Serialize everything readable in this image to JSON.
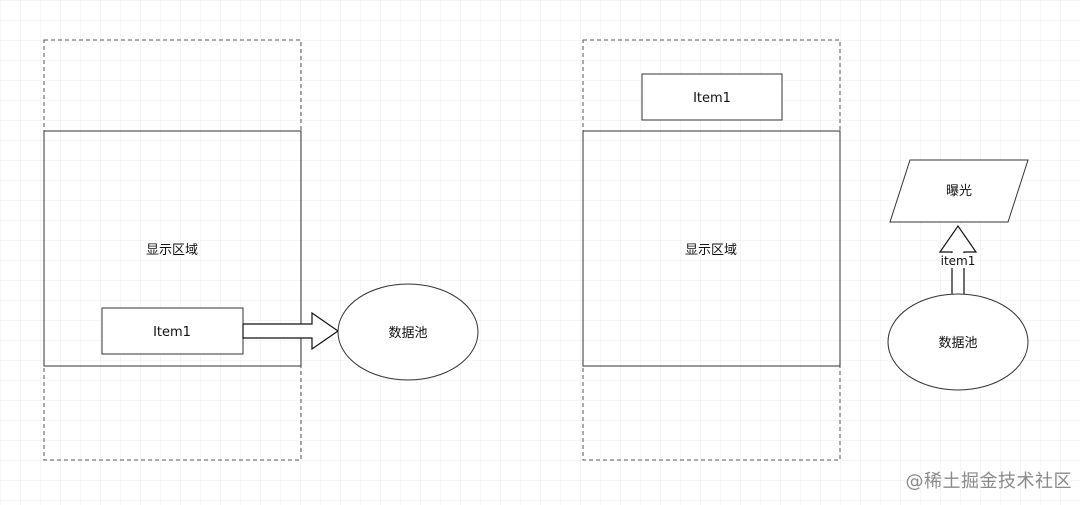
{
  "left_diagram": {
    "display_area_label": "显示区域",
    "item_label": "Item1",
    "pool_label": "数据池"
  },
  "right_diagram": {
    "display_area_label": "显示区域",
    "item_label": "Item1",
    "exposure_label": "曝光",
    "arrow_label": "item1",
    "pool_label": "数据池"
  },
  "watermark": "@稀土掘金技术社区"
}
